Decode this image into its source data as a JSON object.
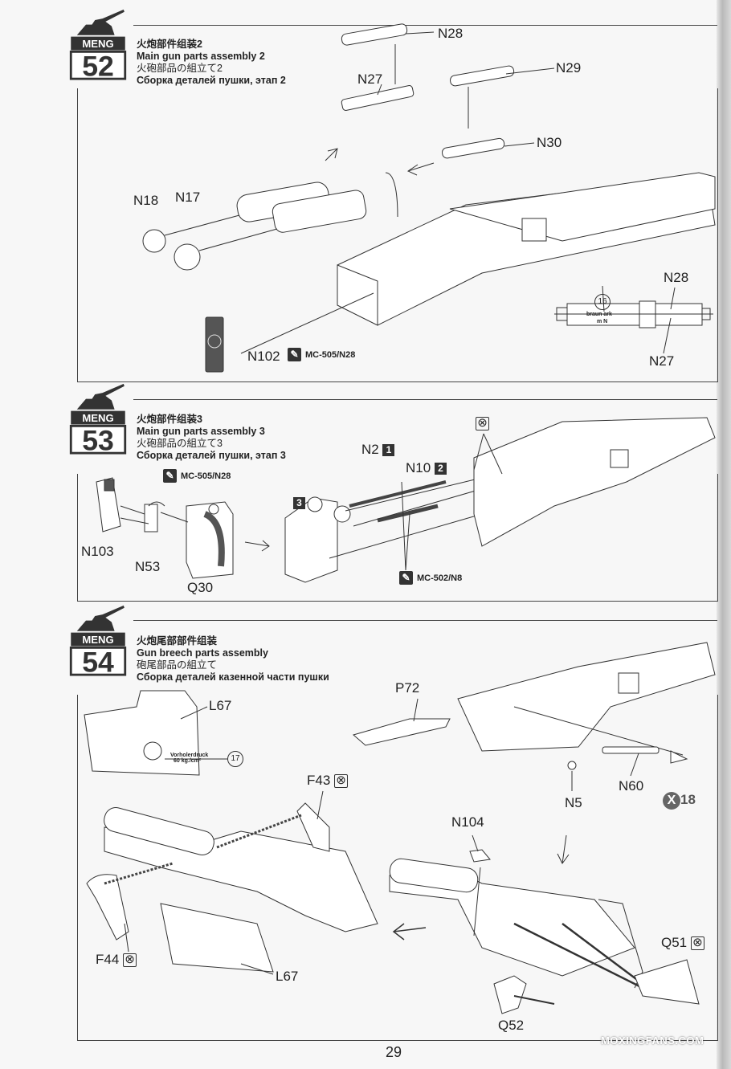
{
  "page_number": "29",
  "watermark": "MOXINGFANS.COM",
  "brand": "MENG",
  "steps": [
    {
      "number": "52",
      "title_zh": "火炮部件组装2",
      "title_en": "Main gun parts assembly 2",
      "title_ja": "火砲部品の組立て2",
      "title_ru": "Сборка деталей пушки, этап 2",
      "parts": [
        "N28",
        "N29",
        "N27",
        "N30",
        "N18",
        "N17",
        "N102"
      ],
      "paint": "MC-505/N28",
      "detail": {
        "decal": "16",
        "text1": "braun ark",
        "text2": "m N",
        "label_top": "N28",
        "label_bottom": "N27"
      }
    },
    {
      "number": "53",
      "title_zh": "火炮部件组装3",
      "title_en": "Main gun parts assembly 3",
      "title_ja": "火砲部品の組立て3",
      "title_ru": "Сборка деталей пушки, этап 3",
      "parts": [
        "N103",
        "N53",
        "Q30",
        "N2",
        "N10"
      ],
      "paint1": "MC-505/N28",
      "paint2": "MC-502/N8",
      "order": [
        "1",
        "2",
        "3"
      ]
    },
    {
      "number": "54",
      "title_zh": "火炮尾部部件组装",
      "title_en": "Gun breech parts assembly",
      "title_ja": "砲尾部品の組立て",
      "title_ru": "Сборка деталей казенной части пушки",
      "parts": [
        "L67",
        "P72",
        "N5",
        "N60",
        "F43",
        "N104",
        "F44",
        "L67",
        "Q51",
        "Q52"
      ],
      "decal": "17",
      "decal_text1": "Vorholerdruck",
      "decal_text2": "60 kg./cm²",
      "multiplier": "18"
    }
  ]
}
